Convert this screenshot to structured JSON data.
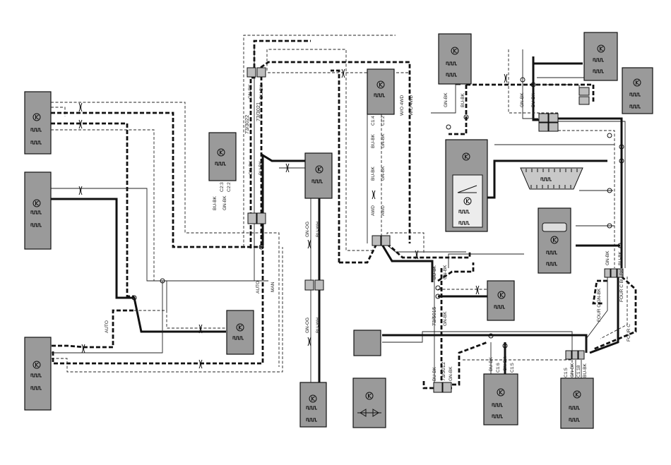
{
  "connectors": [
    "73/3022",
    "73/3021",
    "73/5015",
    "73/5012"
  ],
  "wire_labels": {
    "gn_bk": "GN-BK",
    "bu_bk": "BU-BK",
    "gn_og": "GN-OG",
    "bu_wh": "BU-WH",
    "auto": "AUTO",
    "man": "MAN",
    "awd": "AWD",
    "wo_4wd": "W/O 4WD",
    "four_c": "FOUR C",
    "four_c_gn_bk": "FOUR C GN-BK",
    "four_c_bu_bk": "FOUR C BU-BK"
  },
  "pins": {
    "c2_3": "C2:3",
    "c2_2": "C2:2",
    "c1_4": "C1:4",
    "c1_2": "C1:2",
    "c1_6": "C1:6",
    "c1_5": "C1:5",
    "c1_18": "C1:18"
  },
  "icons": [
    "sensor-symbol",
    "pulse-signal",
    "connector-block",
    "splice-node",
    "twisted-pair"
  ]
}
